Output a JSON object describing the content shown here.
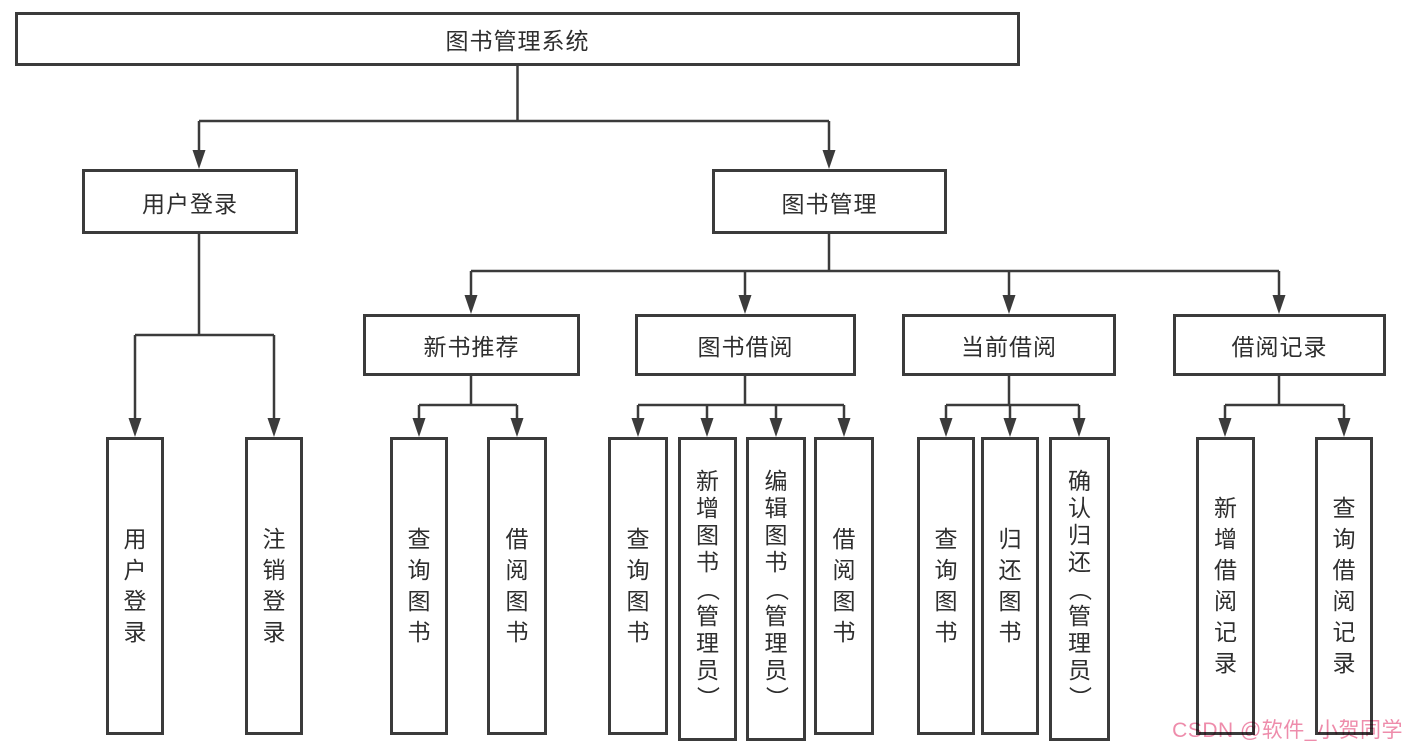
{
  "diagram_title": "图书管理系统",
  "nodes": {
    "root": "图书管理系统",
    "user_login": "用户登录",
    "book_management": "图书管理",
    "new_book_recommend": "新书推荐",
    "book_borrow": "图书借阅",
    "current_borrow": "当前借阅",
    "borrow_records": "借阅记录",
    "leaf_user_login": "用户登录",
    "leaf_logout": "注销登录",
    "leaf_nbr_query_books": "查询图书",
    "leaf_nbr_borrow_books": "借阅图书",
    "leaf_bb_query_books": "查询图书",
    "leaf_bb_add_books_admin": "新增图书（管理员）",
    "leaf_bb_edit_books_admin": "编辑图书（管理员）",
    "leaf_bb_borrow_books": "借阅图书",
    "leaf_cb_query_books": "查询图书",
    "leaf_cb_return_books": "归还图书",
    "leaf_cb_confirm_return_admin": "确认归还（管理员）",
    "leaf_br_add_record": "新增借阅记录",
    "leaf_br_query_record": "查询借阅记录"
  },
  "watermark": {
    "text": "CSDN @软件_小贺同学",
    "color": "#ee8cab"
  },
  "colors": {
    "line": "#3b3b3b",
    "background": "#ffffff"
  }
}
